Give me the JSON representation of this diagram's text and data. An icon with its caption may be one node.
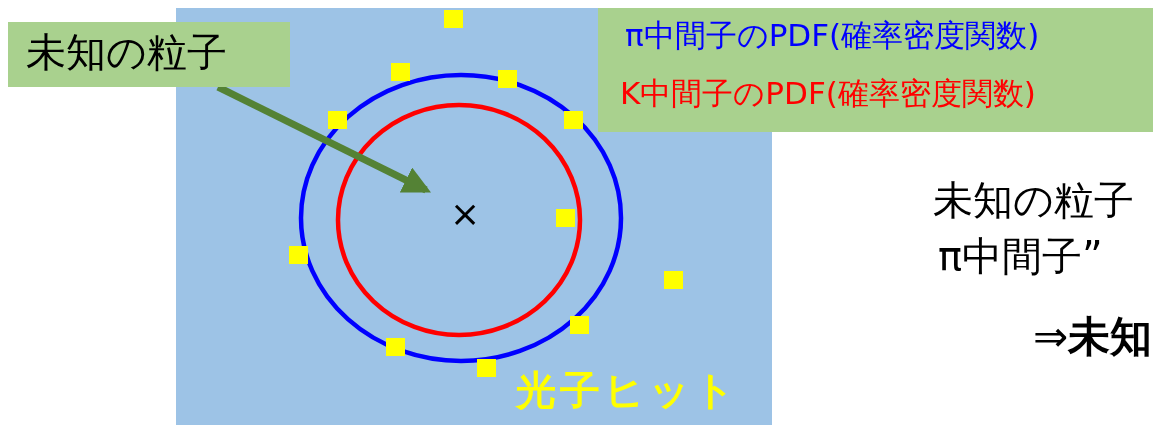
{
  "diagram": {
    "nodes": [
      {
        "text": [
          "未知の粒子"
        ]
      },
      {
        "text": [
          "×"
        ]
      },
      {
        "text": [
          "π中間子のPDF(確率密度関数)",
          "K中間子のPDF(確率密度関数)"
        ]
      }
    ],
    "edges": [
      {
        "from": 0,
        "to": 1,
        "arrow": "to"
      }
    ],
    "labels": [
      "光子ヒット",
      "未知の粒子",
      "π中間子”",
      "⇒**未知**"
    ]
  }
}
